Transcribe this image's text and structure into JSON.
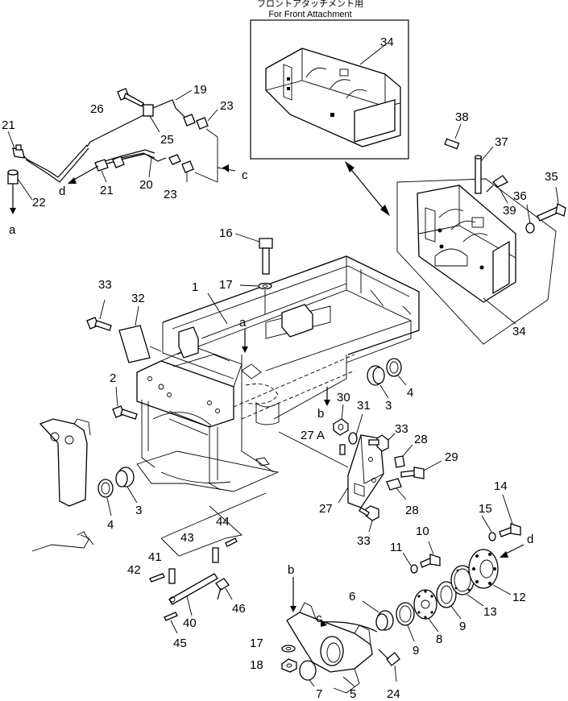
{
  "inset": {
    "header_jp": "フロントアタッチメント用",
    "header_en": "For Front Attachment"
  },
  "letters": {
    "a": "a",
    "b": "b",
    "c": "c",
    "d": "d"
  },
  "labels": {
    "p1": "1",
    "p2": "2",
    "p3a": "3",
    "p3b": "3",
    "p4a": "4",
    "p4b": "4",
    "p5": "5",
    "p6": "6",
    "p7": "7",
    "p8": "8",
    "p9a": "9",
    "p9b": "9",
    "p10": "10",
    "p11": "11",
    "p12": "12",
    "p13": "13",
    "p14": "14",
    "p15": "15",
    "p16": "16",
    "p17a": "17",
    "p17b": "17",
    "p18": "18",
    "p19": "19",
    "p20": "20",
    "p21a": "21",
    "p21b": "21",
    "p22": "22",
    "p23a": "23",
    "p23b": "23",
    "p24": "24",
    "p25": "25",
    "p26": "26",
    "p27": "27",
    "p27a": "27 A",
    "p28a": "28",
    "p28b": "28",
    "p29": "29",
    "p30": "30",
    "p31": "31",
    "p32": "32",
    "p33a": "33",
    "p33b": "33",
    "p33c": "33",
    "p34a": "34",
    "p34b": "34",
    "p35": "35",
    "p36": "36",
    "p37": "37",
    "p38": "38",
    "p39": "39",
    "p40": "40",
    "p41": "41",
    "p42": "42",
    "p43": "43",
    "p44": "44",
    "p45": "45",
    "p46": "46"
  }
}
